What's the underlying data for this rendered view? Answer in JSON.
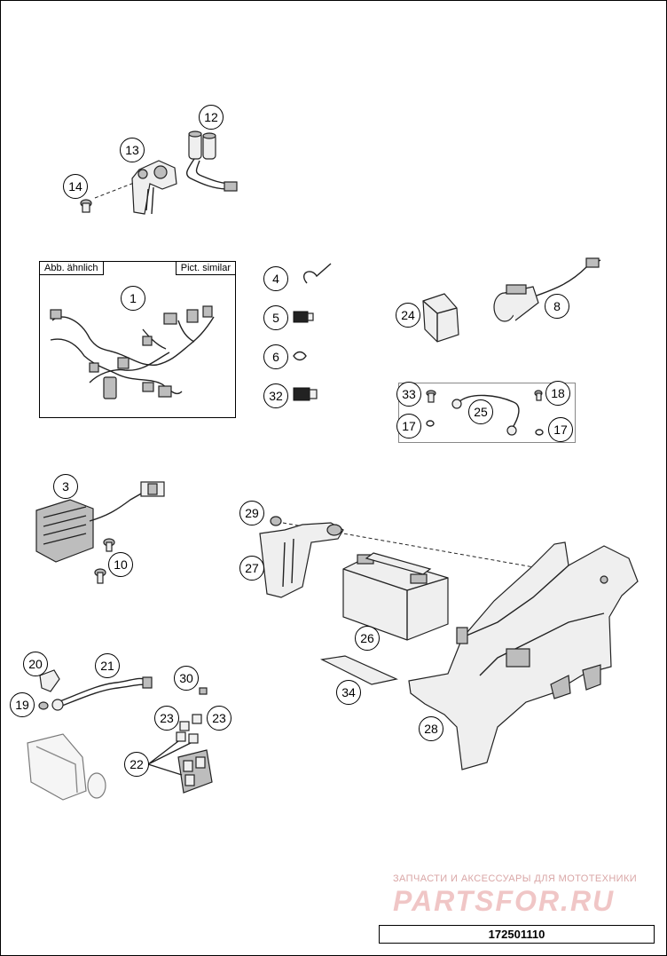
{
  "inset": {
    "label_left": "Abb. ähnlich",
    "label_right": "Pict. similar"
  },
  "callouts": {
    "c1": "1",
    "c3": "3",
    "c4": "4",
    "c5": "5",
    "c6": "6",
    "c8": "8",
    "c10": "10",
    "c12": "12",
    "c13": "13",
    "c14": "14",
    "c17a": "17",
    "c17b": "17",
    "c18": "18",
    "c19": "19",
    "c20": "20",
    "c21": "21",
    "c22": "22",
    "c23a": "23",
    "c23b": "23",
    "c24": "24",
    "c25": "25",
    "c26": "26",
    "c27": "27",
    "c28": "28",
    "c29": "29",
    "c30": "30",
    "c32": "32",
    "c33": "33",
    "c34": "34"
  },
  "watermark": {
    "line1": "ЗАПЧАСТИ И АКСЕССУАРЫ ДЛЯ МОТОТЕХНИКИ",
    "line2": "PARTSFOR.RU"
  },
  "diagram_code": "172501110"
}
